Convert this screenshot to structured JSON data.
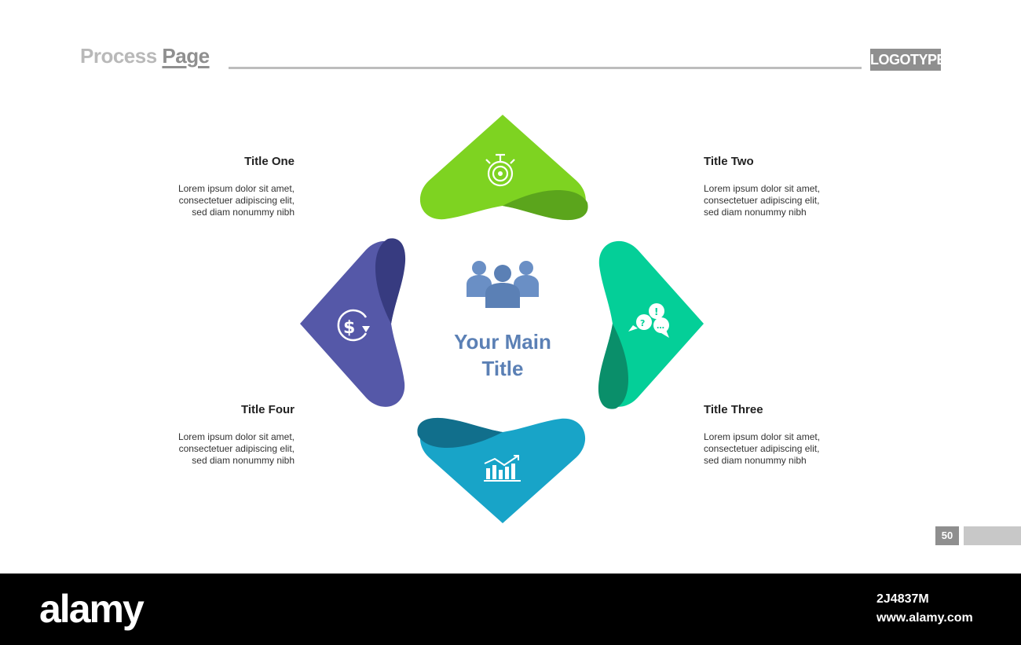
{
  "header": {
    "title_part1": "Process",
    "title_part2": "Page",
    "logotype": "LOGOTYPE"
  },
  "center": {
    "title_line1": "Your Main",
    "title_line2": "Title",
    "icon": "team-icon",
    "color": "#5b80b5"
  },
  "steps": [
    {
      "title": "Title One",
      "desc": [
        "Lorem ipsum dolor sit amet,",
        "consectetuer adipiscing elit,",
        "sed diam nonummy nibh"
      ],
      "icon": "stopwatch-icon",
      "color": "#7ed321",
      "fold_color": "#5ba51c"
    },
    {
      "title": "Title Two",
      "desc": [
        "Lorem ipsum dolor sit amet,",
        "consectetuer adipiscing elit,",
        "sed diam nonummy nibh"
      ],
      "icon": "chat-bubbles-icon",
      "color": "#04cf98",
      "fold_color": "#0a8f6a"
    },
    {
      "title": "Title Three",
      "desc": [
        "Lorem ipsum dolor sit amet,",
        "consectetuer adipiscing elit,",
        "sed diam nonummy nibh"
      ],
      "icon": "bar-chart-icon",
      "color": "#18a4c8",
      "fold_color": "#116f8c"
    },
    {
      "title": "Title Four",
      "desc": [
        "Lorem ipsum dolor sit amet,",
        "consectetuer adipiscing elit,",
        "sed diam nonummy nibh"
      ],
      "icon": "dollar-cycle-icon",
      "color": "#5558a8",
      "fold_color": "#373b80"
    }
  ],
  "page_number": "50",
  "footer": {
    "brand": "alamy",
    "image_code": "2J4837M",
    "url": "www.alamy.com"
  }
}
